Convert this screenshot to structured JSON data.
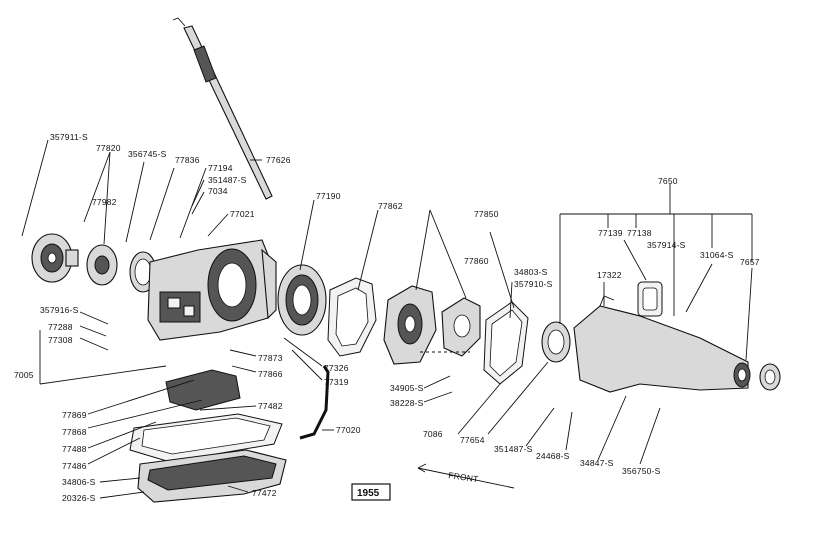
{
  "diagram": {
    "year": "1955",
    "front_label": "FRONT",
    "labels": {
      "l357911s": "357911-S",
      "l77820": "77820",
      "l356745s": "356745-S",
      "l77836": "77836",
      "l77626": "77626",
      "l77194": "77194",
      "l351487s_top": "351487-S",
      "l7034": "7034",
      "l77021": "77021",
      "l77982": "77982",
      "l77190": "77190",
      "l77862": "77862",
      "l77850": "77850",
      "l77860": "77860",
      "l34803s": "34803-S",
      "l357910s": "357910-S",
      "l7650": "7650",
      "l77139": "77139",
      "l77138": "77138",
      "l357914s": "357914-S",
      "l31064s": "31064-S",
      "l7657": "7657",
      "l17322": "17322",
      "l357916s": "357916-S",
      "l77288": "77288",
      "l77308": "77308",
      "l7005": "7005",
      "l77873": "77873",
      "l77866": "77866",
      "l77326": "77326",
      "l77319": "77319",
      "l34905s": "34905-S",
      "l38228s": "38228-S",
      "l77869": "77869",
      "l77868": "77868",
      "l77488": "77488",
      "l77486": "77486",
      "l77482": "77482",
      "l77020": "77020",
      "l7086": "7086",
      "l77654": "77654",
      "l351487s_bot": "351487-S",
      "l24468s": "24468-S",
      "l34847s": "34847-S",
      "l356750s": "356750-S",
      "l34806s": "34806-S",
      "l20326s": "20326-S",
      "l77472": "77472"
    }
  }
}
